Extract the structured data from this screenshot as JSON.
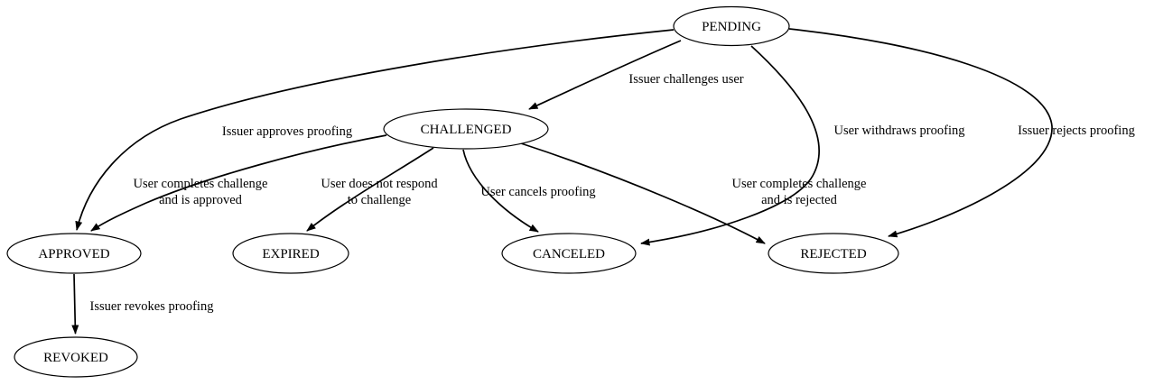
{
  "diagram": {
    "kind": "state-diagram",
    "nodes": [
      {
        "id": "pending",
        "label": "PENDING"
      },
      {
        "id": "challenged",
        "label": "CHALLENGED"
      },
      {
        "id": "approved",
        "label": "APPROVED"
      },
      {
        "id": "expired",
        "label": "EXPIRED"
      },
      {
        "id": "canceled",
        "label": "CANCELED"
      },
      {
        "id": "rejected",
        "label": "REJECTED"
      },
      {
        "id": "revoked",
        "label": "REVOKED"
      }
    ],
    "edges": [
      {
        "from": "PENDING",
        "to": "CHALLENGED",
        "label": "Issuer challenges user",
        "lines": [
          "Issuer challenges user"
        ]
      },
      {
        "from": "PENDING",
        "to": "APPROVED",
        "label": "Issuer approves proofing",
        "lines": [
          "Issuer approves proofing"
        ]
      },
      {
        "from": "PENDING",
        "to": "CANCELED",
        "label": "User withdraws proofing",
        "lines": [
          "User withdraws proofing"
        ]
      },
      {
        "from": "PENDING",
        "to": "REJECTED",
        "label": "Issuer rejects proofing",
        "lines": [
          "Issuer rejects proofing"
        ]
      },
      {
        "from": "CHALLENGED",
        "to": "APPROVED",
        "label": "User completes challenge and is approved",
        "lines": [
          "User completes challenge",
          "and is approved"
        ]
      },
      {
        "from": "CHALLENGED",
        "to": "EXPIRED",
        "label": "User does not respond to challenge",
        "lines": [
          "User does not respond",
          "to challenge"
        ]
      },
      {
        "from": "CHALLENGED",
        "to": "CANCELED",
        "label": "User cancels proofing",
        "lines": [
          "User cancels proofing"
        ]
      },
      {
        "from": "CHALLENGED",
        "to": "REJECTED",
        "label": "User completes challenge and is rejected",
        "lines": [
          "User completes challenge",
          "and is rejected"
        ]
      },
      {
        "from": "APPROVED",
        "to": "REVOKED",
        "label": "Issuer revokes proofing",
        "lines": [
          "Issuer revokes proofing"
        ]
      }
    ],
    "colors": {
      "node_fill": "#ffffff",
      "stroke": "#000000",
      "background": "#ffffff"
    }
  }
}
